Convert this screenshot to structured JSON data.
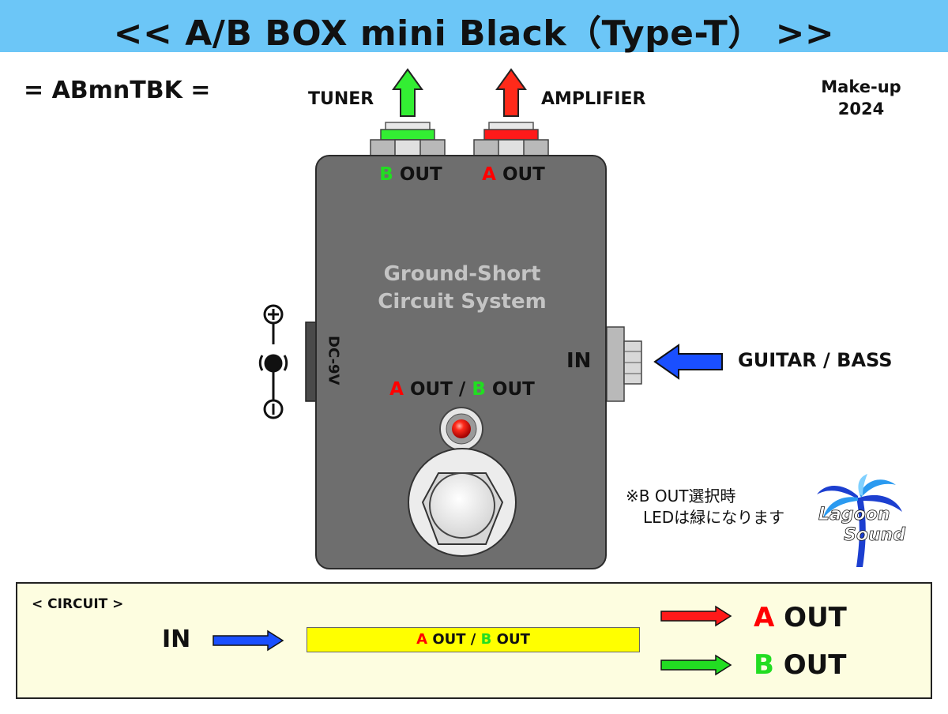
{
  "title": "<< A/B BOX mini Black（Type-T） >>",
  "model_code": "= ABmnTBK =",
  "makeup": {
    "line1": "Make-up",
    "line2": "2024"
  },
  "outputs": {
    "tuner_label": "TUNER",
    "amp_label": "AMPLIFIER",
    "b_letter": "B",
    "a_letter": "A",
    "out_word": "OUT"
  },
  "pedal": {
    "system_line1": "Ground-Short",
    "system_line2": "Circuit System",
    "dc_label": "DC-9V",
    "in_label": "IN",
    "led_label_a": "A",
    "led_label_sep": "OUT /",
    "led_label_b": "B",
    "led_label_out": "OUT"
  },
  "input_source": "GUITAR / BASS",
  "note": {
    "line1": "※B OUT選択時",
    "line2": "LEDは緑になります"
  },
  "logo": {
    "line1": "Lagoon",
    "line2": "Sound"
  },
  "circuit": {
    "title": "< CIRCUIT >",
    "in_label": "IN",
    "switch_a": "A",
    "switch_sep": "OUT /",
    "switch_b": "B",
    "switch_out": "OUT",
    "a_letter": "A",
    "b_letter": "B",
    "out_word": "OUT"
  },
  "colors": {
    "title_bar": "#6cc6f7",
    "pedal_body": "#6e6e6e",
    "a_color": "#ff0000",
    "b_color": "#22dd22",
    "input_arrow": "#1a4fff",
    "circuit_bg": "#fdfde0",
    "switch_bar": "#ffff00"
  },
  "icons": [
    "up-arrow-green-icon",
    "up-arrow-red-icon",
    "left-arrow-blue-icon",
    "dc-polarity-icon",
    "led-icon",
    "footswitch-icon",
    "palm-tree-icon"
  ]
}
